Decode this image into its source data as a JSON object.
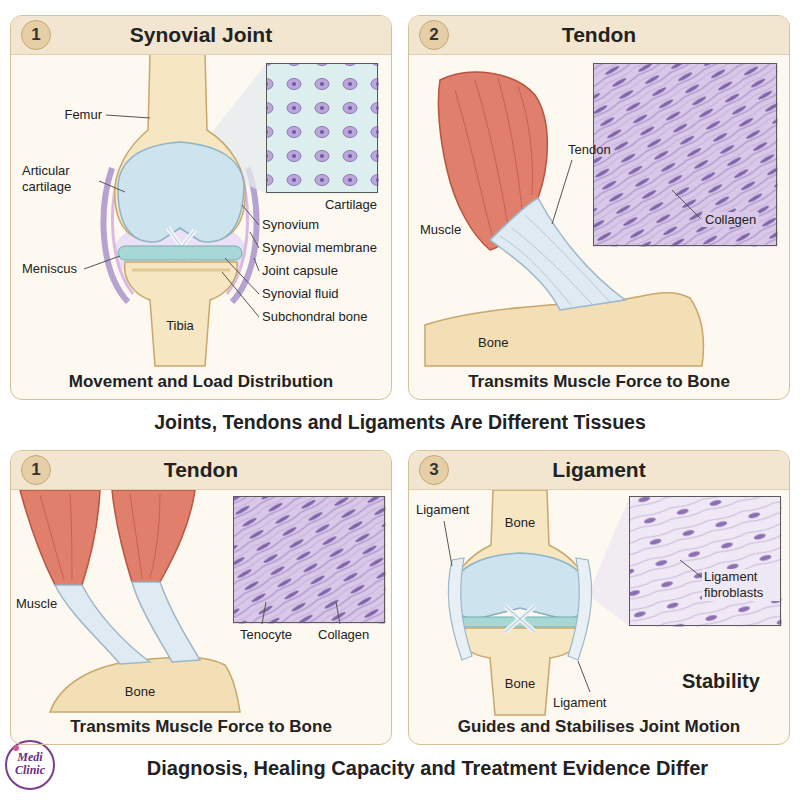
{
  "diagram": {
    "title": "Joints, Tendons and Ligaments Are Different Tissues",
    "caption": "Diagnosis, Healing Capacity and Treatment Evidence Differ",
    "nodes": [
      {
        "text": [
          "Synovial Joint",
          "Movement and Load Distribution"
        ]
      },
      {
        "text": [
          "1"
        ],
        "in": 0
      },
      {
        "text": [
          "Cartilage"
        ],
        "in": 0
      },
      {
        "text": [
          "Tendon",
          "Transmits Muscle Force to Bone"
        ]
      },
      {
        "text": [
          "2"
        ],
        "in": 3
      },
      {
        "text": [
          "Collagen"
        ],
        "in": 3
      },
      {
        "text": [
          "Tendon",
          "Transmits Muscle Force to Bone"
        ]
      },
      {
        "text": [
          "1"
        ],
        "in": 6
      },
      {
        "text": [
          "Tenocyte",
          "Collagen"
        ],
        "in": 6
      },
      {
        "text": [
          "Ligament",
          "Guides and Stabilises Joint Motion"
        ]
      },
      {
        "text": [
          "3"
        ],
        "in": 9
      },
      {
        "text": [
          "Ligament fibroblasts"
        ],
        "in": 9
      }
    ],
    "labels": [
      "Femur",
      "Articular cartilage",
      "Meniscus",
      "Tibia",
      "Synovium",
      "Synovial membrane",
      "Joint capsule",
      "Synovial fluid",
      "Subchondral bone",
      "Muscle",
      "Tendon",
      "Bone",
      "Muscle",
      "Bone",
      "Ligament",
      "Bone",
      "Bone",
      "Ligament",
      "Stability",
      "Medi Clinic"
    ]
  }
}
